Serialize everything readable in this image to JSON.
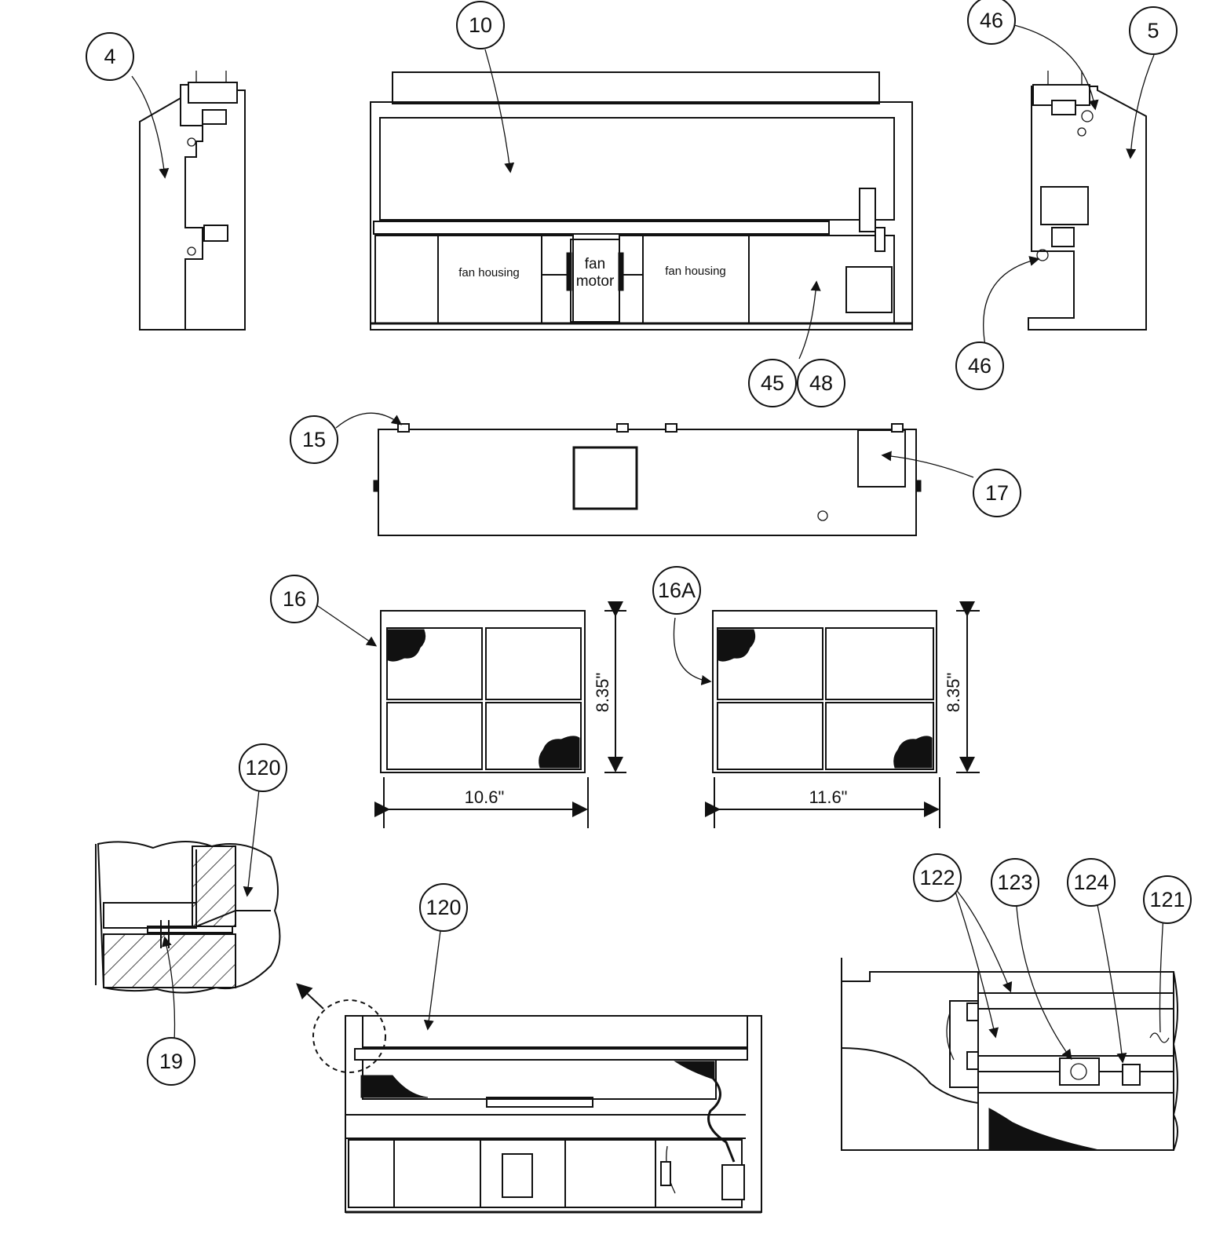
{
  "callouts": {
    "c4": "4",
    "c10": "10",
    "c46_top": "46",
    "c5": "5",
    "c46_bottom": "46",
    "c45": "45",
    "c48": "48",
    "c15": "15",
    "c17": "17",
    "c16": "16",
    "c16a": "16A",
    "c120_left": "120",
    "c120_bottom": "120",
    "c19": "19",
    "c122": "122",
    "c123": "123",
    "c124": "124",
    "c121": "121"
  },
  "labels": {
    "fan_housing_left": "fan housing",
    "fan_housing_right": "fan housing",
    "fan_motor_line1": "fan",
    "fan_motor_line2": "motor"
  },
  "dimensions": {
    "filter16_height": "8.35\"",
    "filter16_width": "10.6\"",
    "filter16a_height": "8.35\"",
    "filter16a_width": "11.6\""
  }
}
